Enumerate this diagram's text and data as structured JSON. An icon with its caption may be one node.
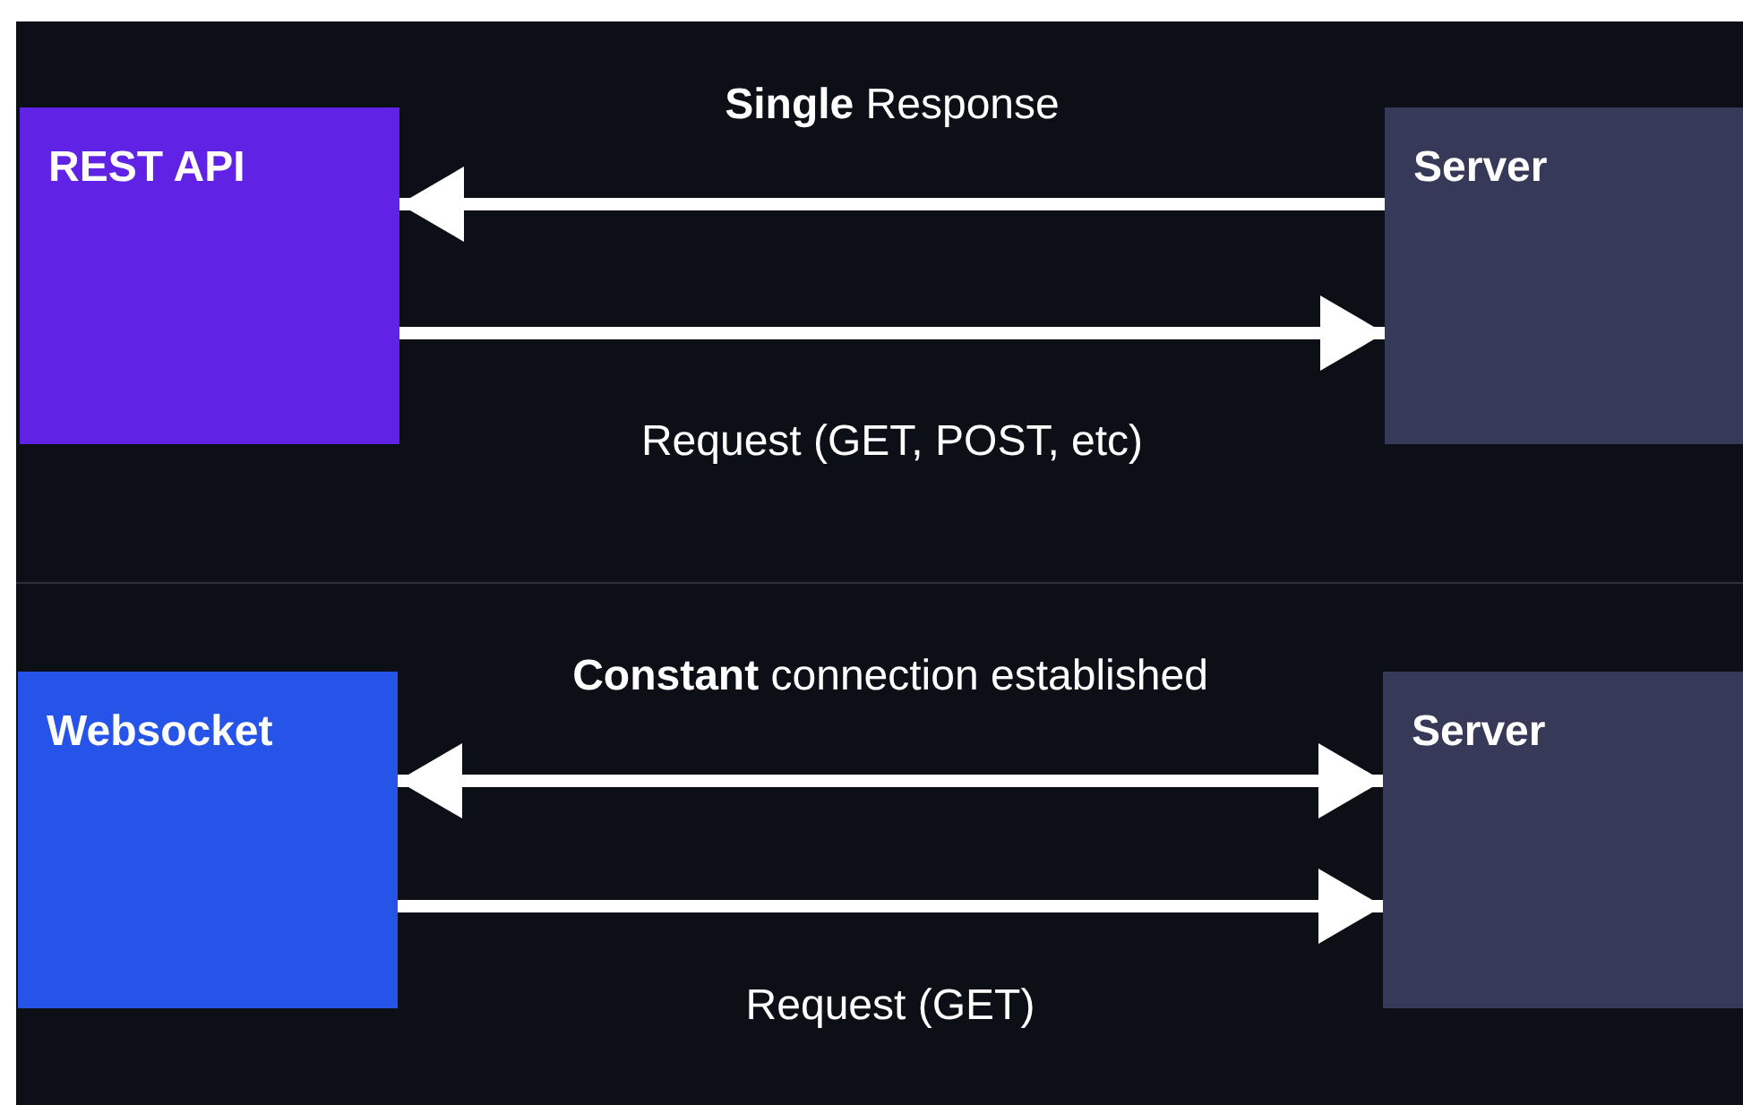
{
  "diagram": {
    "nodes": [
      {
        "text": [
          "REST API"
        ]
      },
      {
        "text": [
          "Server"
        ]
      },
      {
        "text": [
          "Websocket"
        ]
      },
      {
        "text": [
          "Server"
        ]
      }
    ],
    "edges": [
      {
        "from": 1,
        "to": 0,
        "arrow": "to",
        "label": "**Single** Response"
      },
      {
        "from": 0,
        "to": 1,
        "arrow": "to",
        "label": "Request (GET, POST, etc)"
      },
      {
        "from": 2,
        "to": 3,
        "arrow": "both",
        "label": "**Constant** connection established"
      },
      {
        "from": 2,
        "to": 3,
        "arrow": "to",
        "label": "Request (GET)"
      }
    ]
  }
}
